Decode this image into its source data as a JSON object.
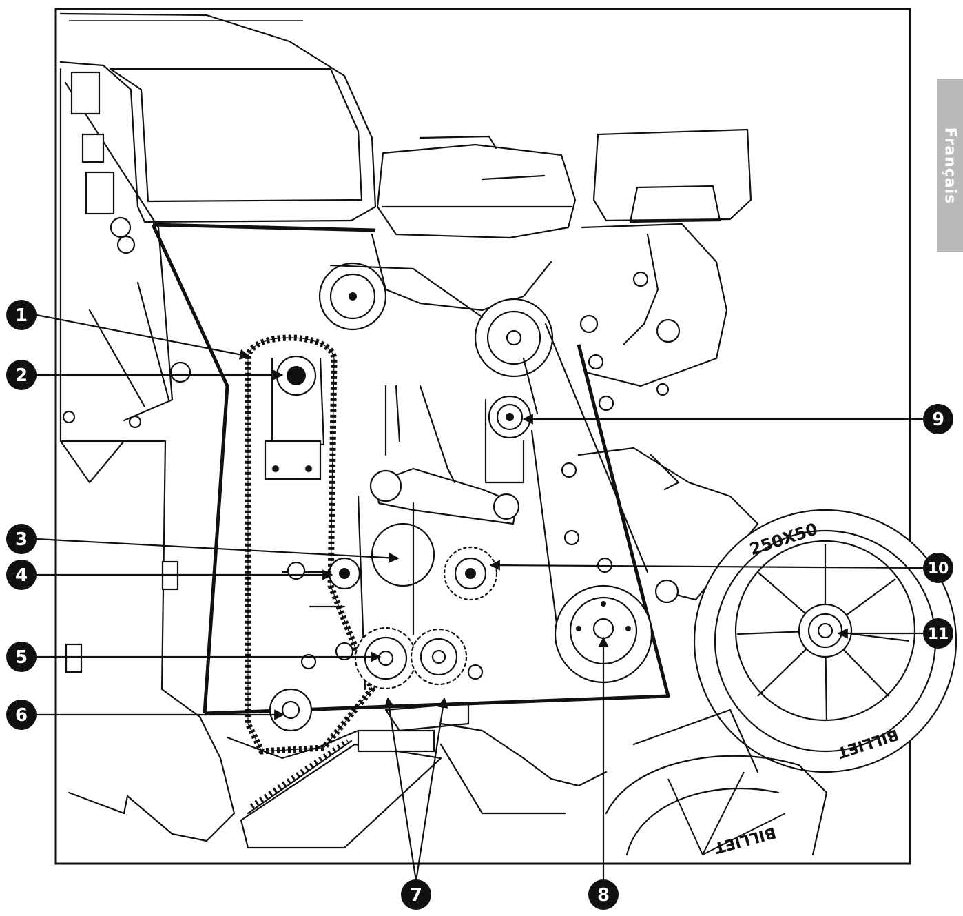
{
  "side_tab": {
    "label": "Français",
    "background": "#b9b9b9",
    "text_color": "#ffffff"
  },
  "wheel_marking": {
    "size": "250X50",
    "brand": "BILLIET"
  },
  "callouts": [
    {
      "number": "1"
    },
    {
      "number": "2"
    },
    {
      "number": "3"
    },
    {
      "number": "4"
    },
    {
      "number": "5"
    },
    {
      "number": "6"
    },
    {
      "number": "7"
    },
    {
      "number": "8"
    },
    {
      "number": "9"
    },
    {
      "number": "10"
    },
    {
      "number": "11"
    }
  ],
  "colors": {
    "line": "#111111",
    "callout_fill": "#111111",
    "frame": "#111111"
  }
}
